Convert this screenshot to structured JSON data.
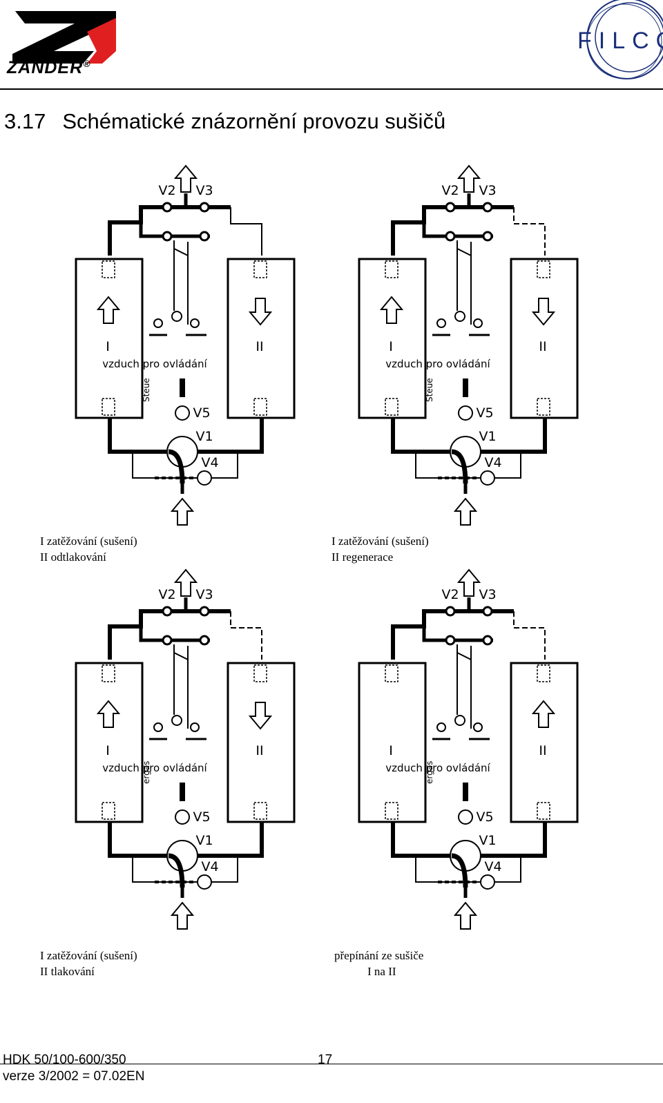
{
  "header": {
    "left_logo": "ZANDER",
    "left_logo_mark": "®",
    "right_logo": "FILCO"
  },
  "title": {
    "number": "3.17",
    "text": "Schématické znázornění provozu sušičů"
  },
  "diagram_labels": {
    "valves": [
      "V2",
      "V3",
      "V5",
      "V1",
      "V4"
    ],
    "vessels": [
      "I",
      "II"
    ],
    "control_air": "vzduch pro ovládání",
    "side_text_top": "Steue",
    "side_text_bottom": "ergas"
  },
  "panels": [
    {
      "caption_line1": "I zatěžování (sušení)",
      "caption_line2": "II odtlakování",
      "left_arrow": "up",
      "right_arrow": "down"
    },
    {
      "caption_line1": "I zatěžování (sušení)",
      "caption_line2": "II regenerace",
      "left_arrow": "up",
      "right_arrow": "down"
    },
    {
      "caption_line1": "I zatěžování (sušení)",
      "caption_line2": "II tlakování",
      "left_arrow": "up",
      "right_arrow": "down"
    },
    {
      "caption_line1": "přepínání ze sušiče",
      "caption_line2": "I na II",
      "left_arrow": "none",
      "right_arrow": "up"
    }
  ],
  "footer": {
    "model": "HDK 50/100-600/350",
    "page": "17",
    "version": "verze 3/2002 = 07.02EN"
  }
}
